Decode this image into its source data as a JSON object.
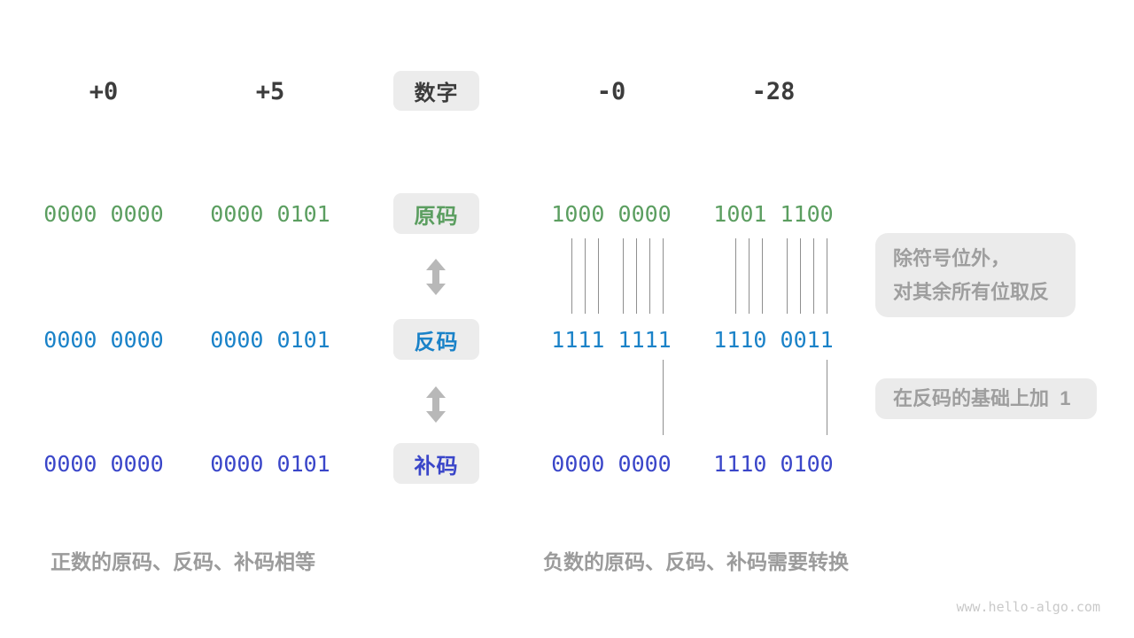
{
  "title_row": {
    "numbers": [
      "+0",
      "+5",
      "-0",
      "-28"
    ],
    "label": "数字"
  },
  "rows": [
    {
      "label": "原码",
      "values": [
        "0000 0000",
        "0000 0101",
        "1000 0000",
        "1001 1100"
      ],
      "color": "#5B9E60"
    },
    {
      "label": "反码",
      "values": [
        "0000 0000",
        "0000 0101",
        "1111 1111",
        "1110 0011"
      ],
      "color": "#1A82C8"
    },
    {
      "label": "补码",
      "values": [
        "0000 0000",
        "0000 0101",
        "0000 0000",
        "1110 0100"
      ],
      "color": "#3A46C9"
    }
  ],
  "annotations": {
    "invert_line1": "除符号位外，",
    "invert_line2": "对其余所有位取反",
    "add_one": "在反码的基础上加  1"
  },
  "captions": {
    "positive": "正数的原码、反码、补码相等",
    "negative": "负数的原码、反码、补码需要转换"
  },
  "watermark": "www.hello-algo.com",
  "icons": {
    "swap_arrow": "double-headed-vertical-arrow"
  },
  "colors": {
    "sign_magnitude": "#5B9E60",
    "ones_complement": "#1A82C8",
    "twos_complement": "#3A46C9",
    "box_background": "#ececec",
    "annotation_text": "#9e9e9e",
    "arrow": "#b8b8b8",
    "number_text": "#3c3c3c"
  }
}
